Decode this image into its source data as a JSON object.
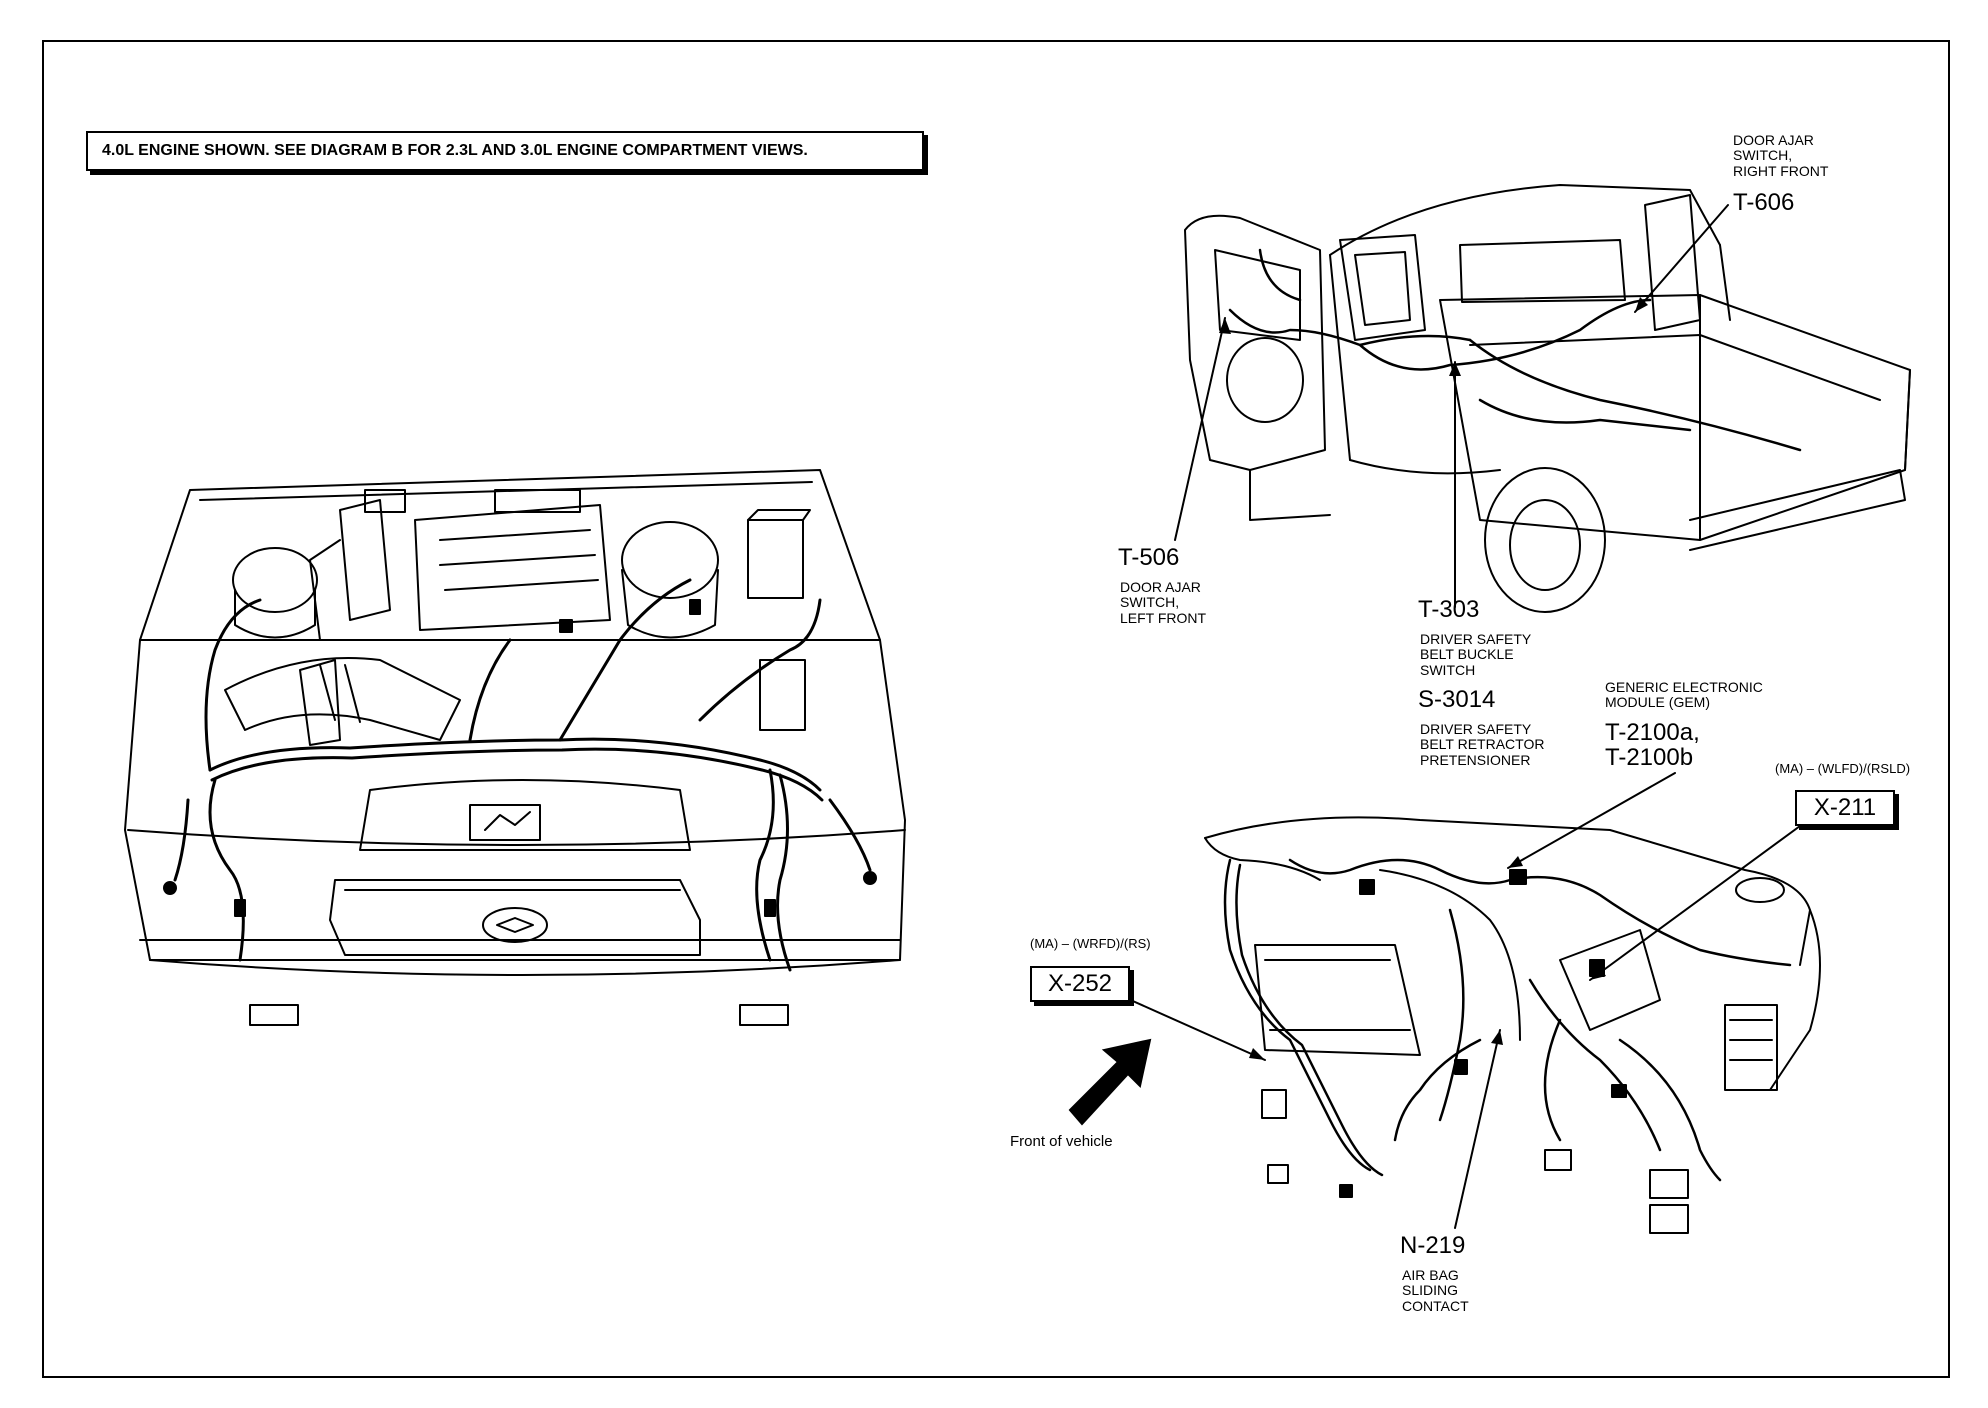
{
  "note": "4.0L ENGINE SHOWN. SEE DIAGRAM B FOR 2.3L AND 3.0L ENGINE COMPARTMENT VIEWS.",
  "callouts": {
    "t606": {
      "line1": "DOOR AJAR",
      "line2": "SWITCH,",
      "line3": "RIGHT FRONT",
      "code": "T-606"
    },
    "t506": {
      "code": "T-506",
      "line1": "DOOR AJAR",
      "line2": "SWITCH,",
      "line3": "LEFT FRONT"
    },
    "t303": {
      "code": "T-303",
      "line1": "DRIVER SAFETY",
      "line2": "BELT BUCKLE",
      "line3": "SWITCH"
    },
    "s3014": {
      "code": "S-3014",
      "line1": "DRIVER SAFETY",
      "line2": "BELT RETRACTOR",
      "line3": "PRETENSIONER"
    },
    "gem": {
      "line1": "GENERIC ELECTRONIC",
      "line2": "MODULE (GEM)",
      "code1": "T-2100a,",
      "code2": "T-2100b"
    },
    "x211": {
      "qualifier": "(MA) – (WLFD)/(RSLD)",
      "code": "X-211"
    },
    "x252": {
      "qualifier": "(MA) – (WRFD)/(RS)",
      "code": "X-252"
    },
    "n219": {
      "code": "N-219",
      "line1": "AIR BAG",
      "line2": "SLIDING",
      "line3": "CONTACT"
    },
    "front": {
      "label": "Front of vehicle"
    }
  }
}
